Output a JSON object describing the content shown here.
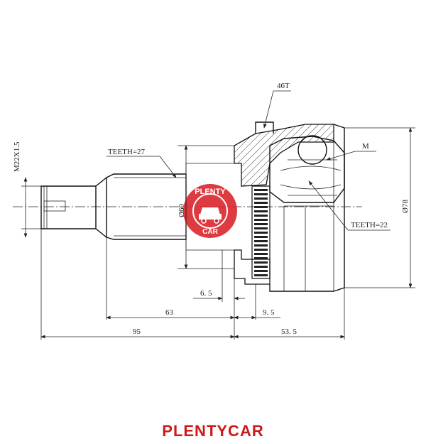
{
  "diagram": {
    "labels": {
      "teeth_outer": "46T",
      "thread": "M22X1.5",
      "teeth_shaft": "TEETH=27",
      "teeth_inner": "TEETH=22",
      "m_label": "M",
      "dia_60": "Ø60",
      "dia_78": "Ø78",
      "dim_6_5": "6. 5",
      "dim_63": "63",
      "dim_9_5": "9. 5",
      "dim_95": "95",
      "dim_53_5": "53. 5"
    },
    "watermark": {
      "top_text": "PLENTY",
      "bottom_text": "CAR",
      "color": "#d9262b"
    }
  },
  "footer": {
    "brand": "PLENTYCAR",
    "color": "#cc1a1a"
  }
}
